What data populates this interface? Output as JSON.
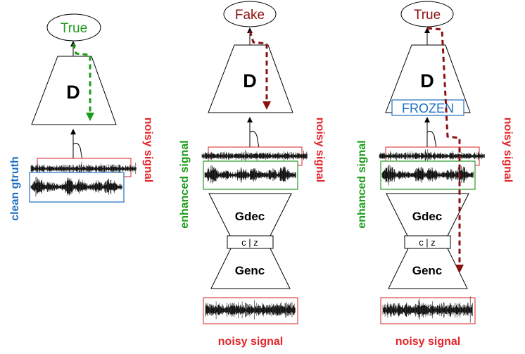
{
  "colors": {
    "green": "#1a9c1a",
    "dark_red": "#8b1010",
    "red": "#e4252b",
    "blue": "#1e6fc0",
    "black": "#000000"
  },
  "panel1": {
    "output": "True",
    "disc": "D",
    "left_signal_label": "clean gtruth",
    "right_signal_label": "noisy signal"
  },
  "panel2": {
    "output": "Fake",
    "disc": "D",
    "left_signal_label": "enhanced signal",
    "right_signal_label": "noisy signal",
    "decoder": "Gdec",
    "latent": "c | z",
    "encoder": "Genc",
    "input_label": "noisy signal"
  },
  "panel3": {
    "output": "True",
    "disc": "D",
    "frozen": "FROZEN",
    "left_signal_label": "enhanced signal",
    "right_signal_label": "noisy signal",
    "decoder": "Gdec",
    "latent": "c | z",
    "encoder": "Genc",
    "input_label": "noisy signal"
  }
}
